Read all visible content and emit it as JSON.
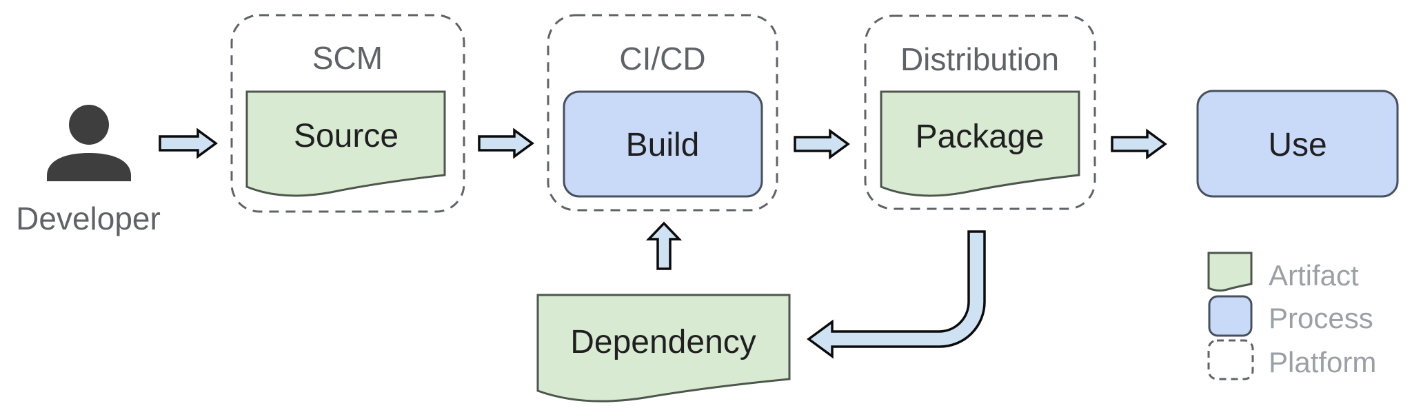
{
  "diagram": {
    "nodes": {
      "developer": {
        "label": "Developer"
      },
      "scm": {
        "platform_label": "SCM",
        "artifact_label": "Source"
      },
      "cicd": {
        "platform_label": "CI/CD",
        "process_label": "Build"
      },
      "distribution": {
        "platform_label": "Distribution",
        "artifact_label": "Package"
      },
      "use": {
        "process_label": "Use"
      },
      "dependency": {
        "artifact_label": "Dependency"
      }
    },
    "legend": {
      "items": [
        {
          "swatch": "artifact",
          "label": "Artifact"
        },
        {
          "swatch": "process",
          "label": "Process"
        },
        {
          "swatch": "platform",
          "label": "Platform"
        }
      ]
    },
    "colors": {
      "artifact_fill": "#d9ead3",
      "artifact_border": "#4c564c",
      "process_fill": "#c9daf8",
      "process_border": "#47505c",
      "platform_border": "#5f6368",
      "arrow_fill": "#cfe2f3",
      "arrow_border": "#0b0b0b",
      "node_text": "#1f1f1f",
      "platform_text": "#5f6368",
      "caption_text": "#5f6368",
      "legend_text": "#9aa0a6",
      "person_icon": "#3e3e3e"
    }
  }
}
